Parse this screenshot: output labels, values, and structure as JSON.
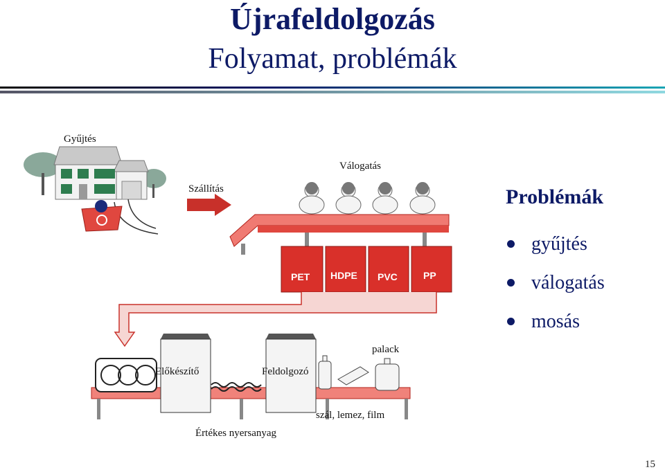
{
  "header": {
    "title": "Újrafeldolgozás",
    "subtitle": "Folyamat, problémák"
  },
  "diagram": {
    "collection_label": "Gyűjtés",
    "transport_label": "Szállítás",
    "sorting_label": "Válogatás",
    "bins": [
      "PET",
      "HDPE",
      "PVC",
      "PP"
    ],
    "preprocessor_label": "Előkészítő",
    "processor_label": "Feldolgozó",
    "bottle_label": "palack",
    "products_label": "szál, lemez, film",
    "raw_material_label": "Értékes nyersanyag"
  },
  "problems": {
    "heading": "Problémák",
    "items": [
      "gyűjtés",
      "válogatás",
      "mosás"
    ]
  },
  "footer": {
    "page_number": "15"
  },
  "colors": {
    "title": "#0d1a66",
    "accent_red": "#d9302a",
    "rule_teal": "#1aa5b4"
  }
}
